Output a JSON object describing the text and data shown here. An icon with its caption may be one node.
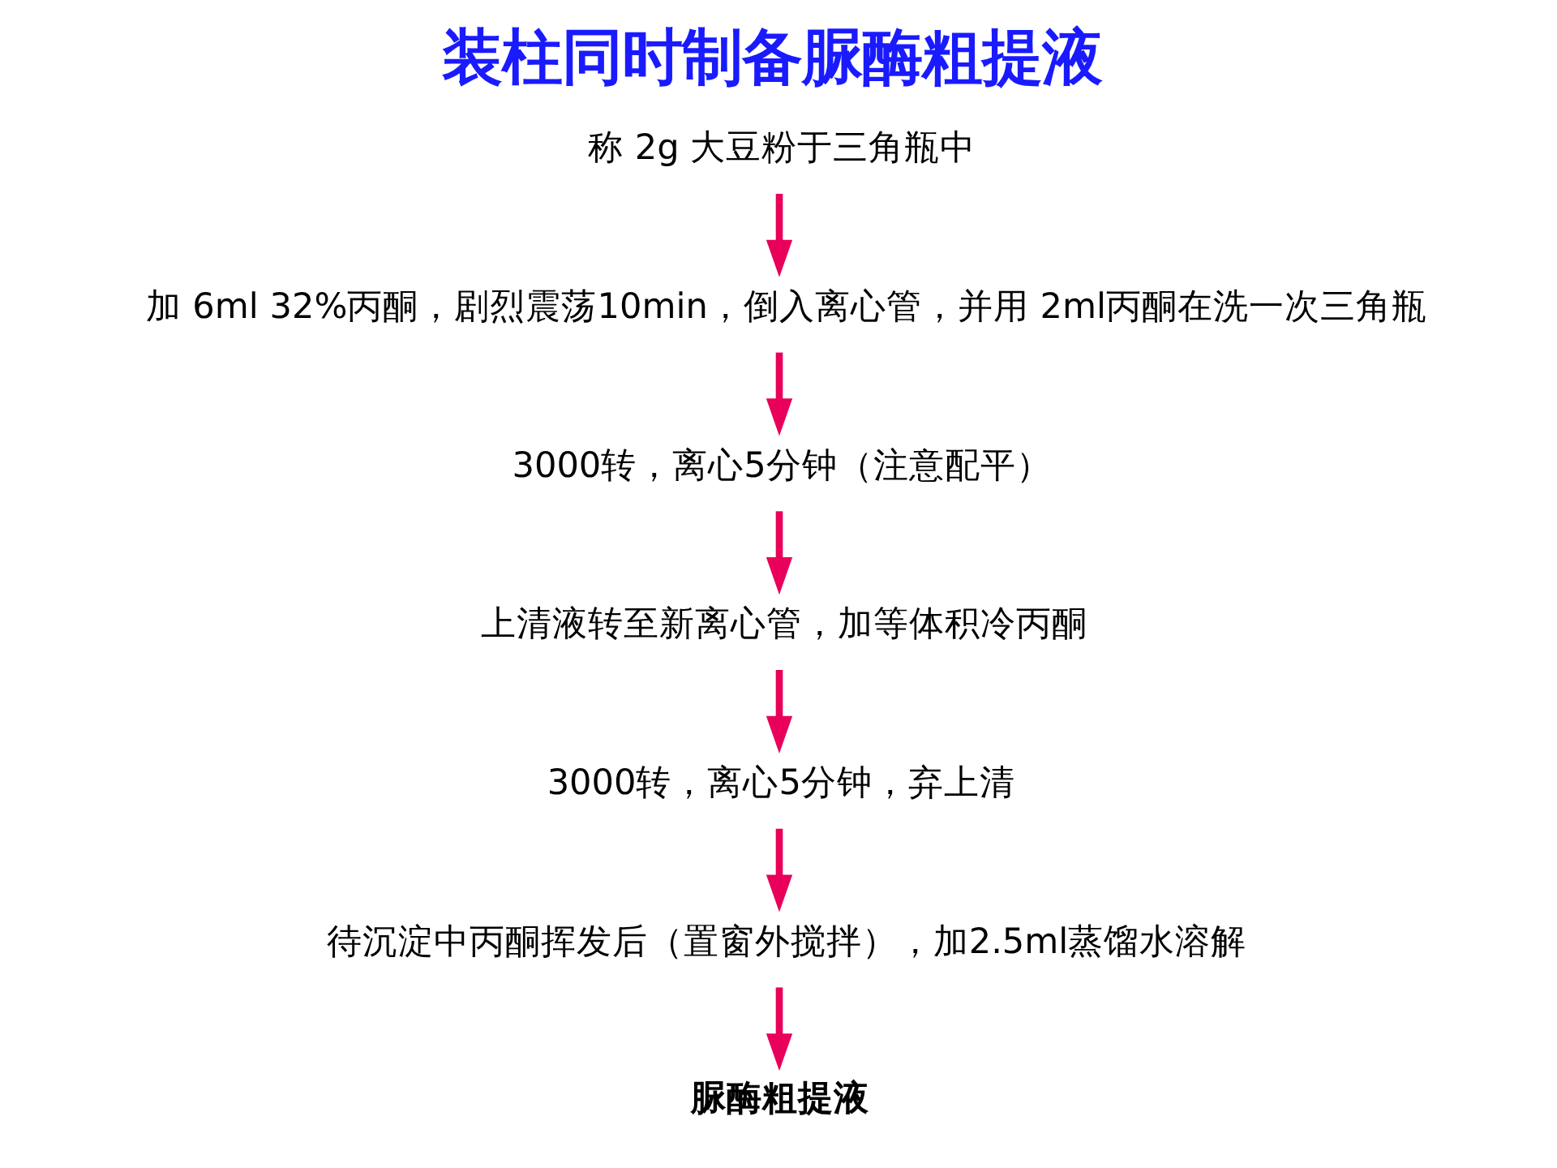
{
  "diagram": {
    "title": "装柱同时制备脲酶粗提液",
    "nodes": [
      {
        "text": [
          "称 2g 大豆粉于三角瓶中"
        ]
      },
      {
        "text": [
          "加 6ml 32%丙酮，剧烈震荡10min，倒入离心管，并用 2ml丙酮在洗一次三角瓶"
        ]
      },
      {
        "text": [
          "3000转，离心5分钟（注意配平）"
        ]
      },
      {
        "text": [
          "上清液转至新离心管，加等体积冷丙酮"
        ]
      },
      {
        "text": [
          "3000转，离心5分钟，弃上清"
        ]
      },
      {
        "text": [
          "待沉淀中丙酮挥发后（置窗外搅拌），加2.5ml蒸馏水溶解"
        ]
      },
      {
        "text": [
          "脲酶粗提液"
        ]
      }
    ],
    "edges": [
      {
        "from": 0,
        "to": 1,
        "arrow": "to"
      },
      {
        "from": 1,
        "to": 2,
        "arrow": "to"
      },
      {
        "from": 2,
        "to": 3,
        "arrow": "to"
      },
      {
        "from": 3,
        "to": 4,
        "arrow": "to"
      },
      {
        "from": 4,
        "to": 5,
        "arrow": "to"
      },
      {
        "from": 5,
        "to": 6,
        "arrow": "to"
      }
    ]
  }
}
